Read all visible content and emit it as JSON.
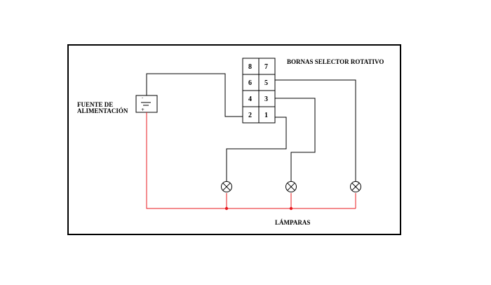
{
  "labels": {
    "power_supply_line1": "FUENTE DE",
    "power_supply_line2": "ALIMENTACIÓN",
    "selector_title": "BORNAS SELECTOR ROTATIVO",
    "lamps": "LÁMPARAS"
  },
  "terminals": {
    "t1": "1",
    "t2": "2",
    "t3": "3",
    "t4": "4",
    "t5": "5",
    "t6": "6",
    "t7": "7",
    "t8": "8"
  },
  "battery": {
    "negative": "-",
    "positive": "+"
  },
  "colors": {
    "wire": "#000000",
    "live_wire": "#e8181e",
    "frame": "#000000"
  }
}
